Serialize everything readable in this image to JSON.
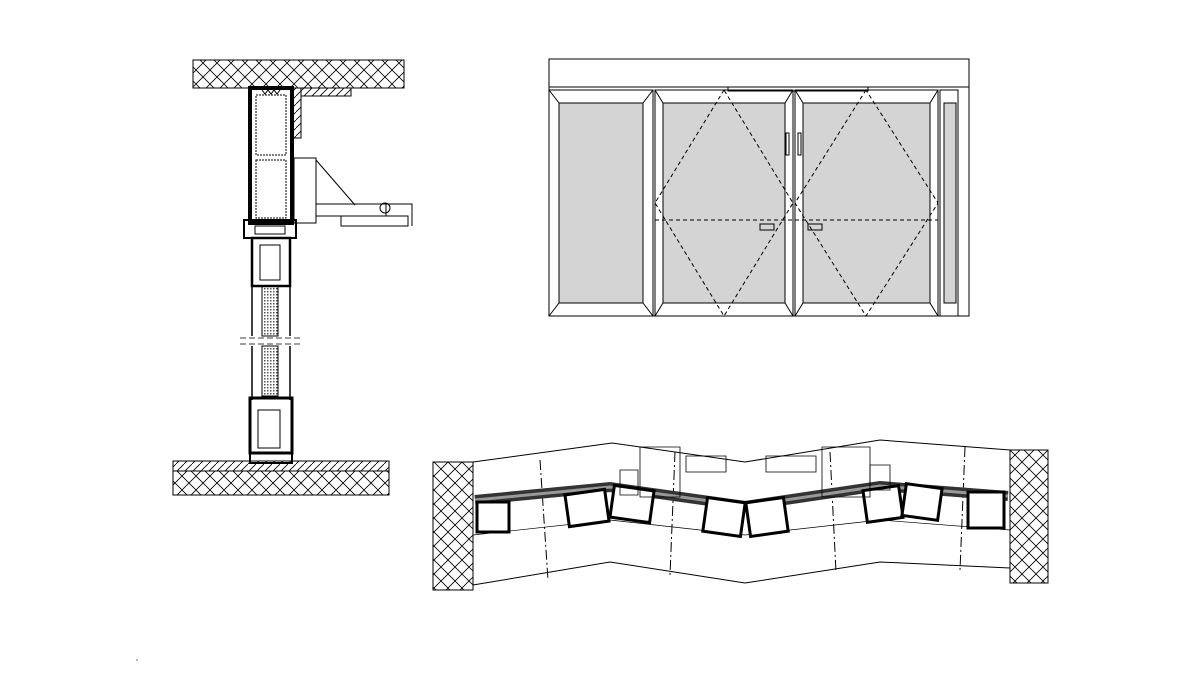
{
  "drawing": {
    "colors": {
      "line": "#000000",
      "glazing": "#d4d4d4",
      "background": "#ffffff"
    },
    "views": [
      {
        "name": "vertical-section"
      },
      {
        "name": "front-elevation"
      },
      {
        "name": "plan-section"
      }
    ]
  }
}
